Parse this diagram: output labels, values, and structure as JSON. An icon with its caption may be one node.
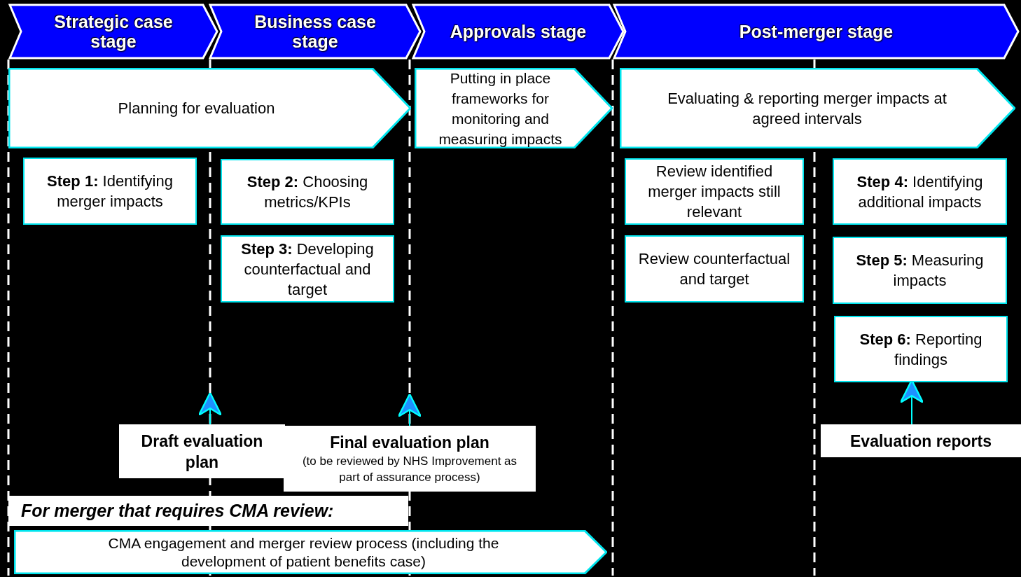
{
  "diagram": {
    "nodes": [
      {
        "text": [
          "Strategic case stage"
        ]
      },
      {
        "text": [
          "Business case stage"
        ]
      },
      {
        "text": [
          "Approvals stage"
        ]
      },
      {
        "text": [
          "Post-merger stage"
        ]
      },
      {
        "text": [
          "Planning for evaluation"
        ]
      },
      {
        "text": [
          "Putting in place frameworks for monitoring and measuring impacts"
        ]
      },
      {
        "text": [
          "Evaluating & reporting merger impacts at agreed intervals"
        ]
      },
      {
        "text": [
          "**Step 1:** Identifying merger impacts"
        ]
      },
      {
        "text": [
          "**Step 2:** Choosing metrics/KPIs"
        ]
      },
      {
        "text": [
          "Review identified merger impacts still relevant"
        ]
      },
      {
        "text": [
          "**Step 4:** Identifying additional impacts"
        ]
      },
      {
        "text": [
          "**Step 3:** Developing counterfactual and target"
        ]
      },
      {
        "text": [
          "Review counterfactual and target"
        ]
      },
      {
        "text": [
          "**Step 5:** Measuring impacts"
        ]
      },
      {
        "text": [
          "**Step 6:** Reporting findings"
        ]
      },
      {
        "text": [
          "Draft evaluation plan"
        ]
      },
      {
        "text": [
          "Final evaluation plan",
          "(to be reviewed by NHS Improvement as part of assurance process)"
        ]
      },
      {
        "text": [
          "Evaluation reports"
        ]
      },
      {
        "text": [
          "For merger that requires CMA review:"
        ]
      },
      {
        "text": [
          "CMA engagement and merger review process (including the development of patient benefits case)"
        ]
      }
    ],
    "edges": [
      {
        "from": 15,
        "to": null,
        "arrow": "to"
      },
      {
        "from": 16,
        "to": null,
        "arrow": "to"
      },
      {
        "from": 17,
        "to": 14,
        "arrow": "to"
      }
    ]
  }
}
